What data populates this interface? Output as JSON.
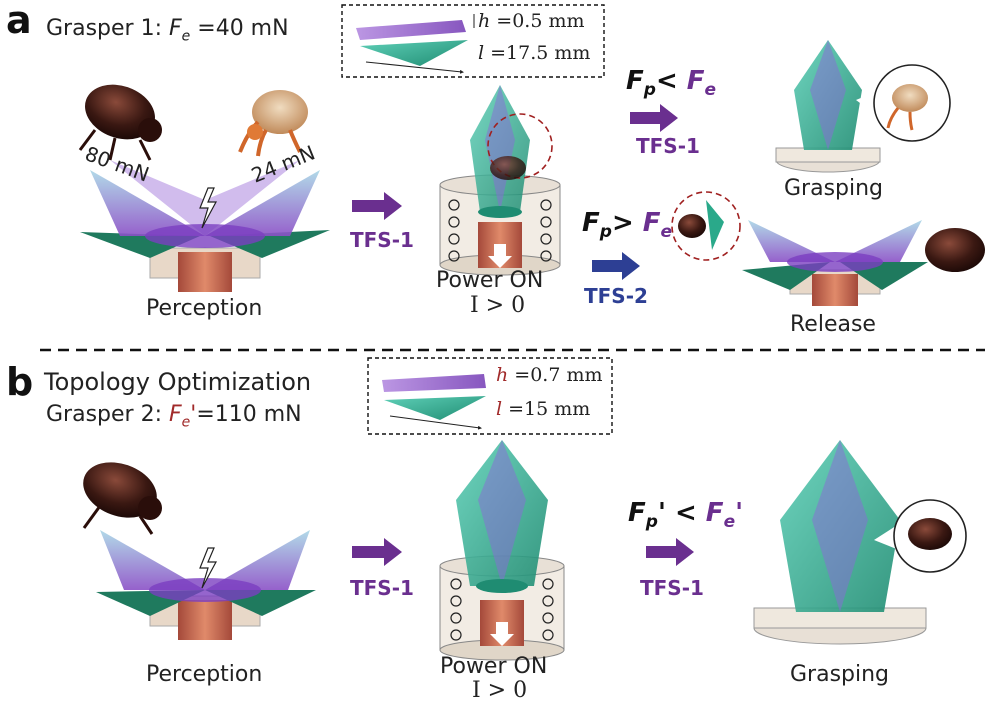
{
  "panel_a": {
    "letter": "a",
    "title_prefix": "Grasper 1: ",
    "title_symbol": "F",
    "title_sub": "e",
    "title_value": " =40 mN",
    "dims": {
      "h_sym": "h",
      "h_val": " =0.5 mm",
      "l_sym": "l",
      "l_val": " =17.5 mm"
    },
    "force_left": "80 mN",
    "force_right": "24 mN",
    "perception_label": "Perception",
    "tfs1_label": "TFS-1",
    "power_label": "Power ON",
    "current_label": "I > 0",
    "cond_less": {
      "fp": "F",
      "fp_sub": "p",
      "op": "< ",
      "fe": "F",
      "fe_sub": "e"
    },
    "cond_greater": {
      "fp": "F",
      "fp_sub": "p",
      "op": "> ",
      "fe": "F",
      "fe_sub": "e"
    },
    "tfs1_right": "TFS-1",
    "tfs2_label": "TFS-2",
    "grasping_label": "Grasping",
    "release_label": "Release"
  },
  "panel_b": {
    "letter": "b",
    "title": "Topology Optimization",
    "subtitle_prefix": "Grasper 2: ",
    "subtitle_symbol": "F",
    "subtitle_sub": "e",
    "subtitle_prime": "'",
    "subtitle_value": "=110 mN",
    "dims": {
      "h_sym": "h",
      "h_val": " =0.7 mm",
      "l_sym": "l",
      "l_val": " =15 mm"
    },
    "perception_label": "Perception",
    "tfs1_label": "TFS-1",
    "power_label": "Power ON",
    "current_label": "I > 0",
    "cond_less": {
      "fp": "F",
      "fp_sub": "p",
      "fp_prime": "'",
      "op": " < ",
      "fe": "F",
      "fe_sub": "e",
      "fe_prime": "'"
    },
    "tfs1_right": "TFS-1",
    "grasping_label": "Grasping"
  },
  "colors": {
    "purple": "#6a2f8f",
    "blue": "#2d3f94",
    "teal": "#2aa98a",
    "dark_teal": "#1f6f56",
    "copper": "#c0614a",
    "red_text": "#a12a2a"
  },
  "icons": [
    "beetle-icon",
    "hermit-crab-icon",
    "lightning-icon",
    "arrow-right-icon",
    "magnet-coil-icon"
  ]
}
